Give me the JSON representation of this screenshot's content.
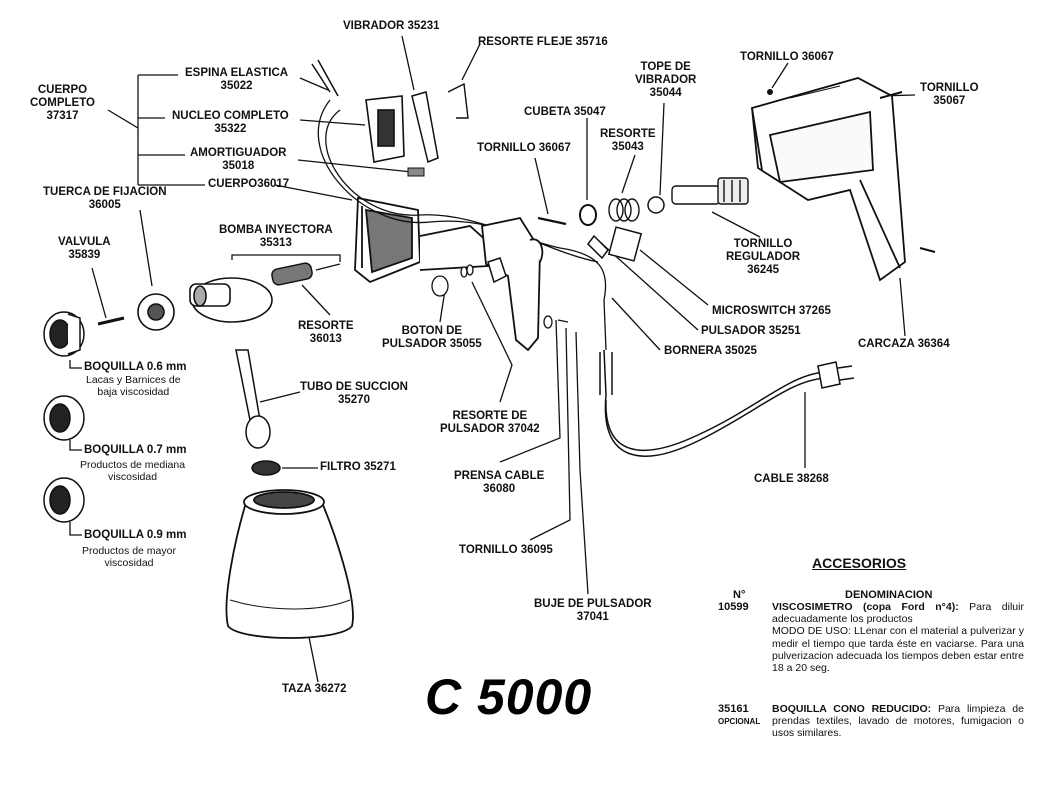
{
  "title": "C 5000",
  "parts": {
    "vibrador": [
      "VIBRADOR 35231"
    ],
    "resorte_fleje": [
      "RESORTE FLEJE 35716"
    ],
    "cuerpo_completo": [
      "CUERPO",
      "COMPLETO",
      "37317"
    ],
    "espina": [
      "ESPINA ELASTICA",
      "35022"
    ],
    "nucleo": [
      "NUCLEO COMPLETO",
      "35322"
    ],
    "amortiguador": [
      "AMORTIGUADOR",
      "35018"
    ],
    "cuerpo": [
      "CUERPO36017"
    ],
    "tuerca": [
      "TUERCA DE FIJACION",
      "36005"
    ],
    "valvula": [
      "VALVULA",
      "35839"
    ],
    "bomba": [
      "BOMBA INYECTORA",
      "35313"
    ],
    "resorte_36013": [
      "RESORTE",
      "36013"
    ],
    "boton": [
      "BOTON DE",
      "PULSADOR 35055"
    ],
    "tubo": [
      "TUBO DE SUCCION",
      "35270"
    ],
    "filtro": [
      "FILTRO 35271"
    ],
    "taza": [
      "TAZA 36272"
    ],
    "cubeta": [
      "CUBETA 35047"
    ],
    "tornillo_36067_mid": [
      "TORNILLO 36067"
    ],
    "resorte_35043": [
      "RESORTE",
      "35043"
    ],
    "tope": [
      "TOPE DE",
      "VIBRADOR",
      "35044"
    ],
    "tornillo_36067_top": [
      "TORNILLO 36067"
    ],
    "tornillo_35067": [
      "TORNILLO",
      "35067"
    ],
    "tornillo_regulador": [
      "TORNILLO",
      "REGULADOR",
      "36245"
    ],
    "microswitch": [
      "MICROSWITCH 37265"
    ],
    "pulsador": [
      "PULSADOR 35251"
    ],
    "bornera": [
      "BORNERA 35025"
    ],
    "carcaza": [
      "CARCAZA 36364"
    ],
    "resorte_pulsador": [
      "RESORTE DE",
      "PULSADOR 37042"
    ],
    "prensa_cable": [
      "PRENSA CABLE",
      "36080"
    ],
    "tornillo_36095": [
      "TORNILLO 36095"
    ],
    "buje": [
      "BUJE DE PULSADOR",
      "37041"
    ],
    "cable": [
      "CABLE 38268"
    ]
  },
  "boquillas": [
    {
      "label": "BOQUILLA 0.6 mm",
      "desc": [
        "Lacas y Barnices de",
        "baja viscosidad"
      ]
    },
    {
      "label": "BOQUILLA 0.7 mm",
      "desc": [
        "Productos de mediana",
        "viscosidad"
      ]
    },
    {
      "label": "BOQUILLA 0.9 mm",
      "desc": [
        "Productos de mayor",
        "viscosidad"
      ]
    }
  ],
  "accesorios": {
    "title": "ACCESORIOS",
    "col_n": "N°",
    "col_den": "DENOMINACION",
    "items": [
      {
        "code": "10599",
        "note": "",
        "name": "VISCOSIMETRO (copa Ford n°4):",
        "lines": [
          "Para diluir adecuadamente los productos",
          "MODO DE USO: LLenar con el material a pulverizar y medir el tiempo que tarda éste en vaciarse. Para una pulverizacion adecuada los tiempos deben estar entre 18 a 20 seg."
        ]
      },
      {
        "code": "35161",
        "note": "OPCIONAL",
        "name": "BOQUILLA CONO REDUCIDO:",
        "lines": [
          "Para limpieza de prendas textiles, lavado de motores, fumigacion o usos similares."
        ]
      }
    ]
  }
}
